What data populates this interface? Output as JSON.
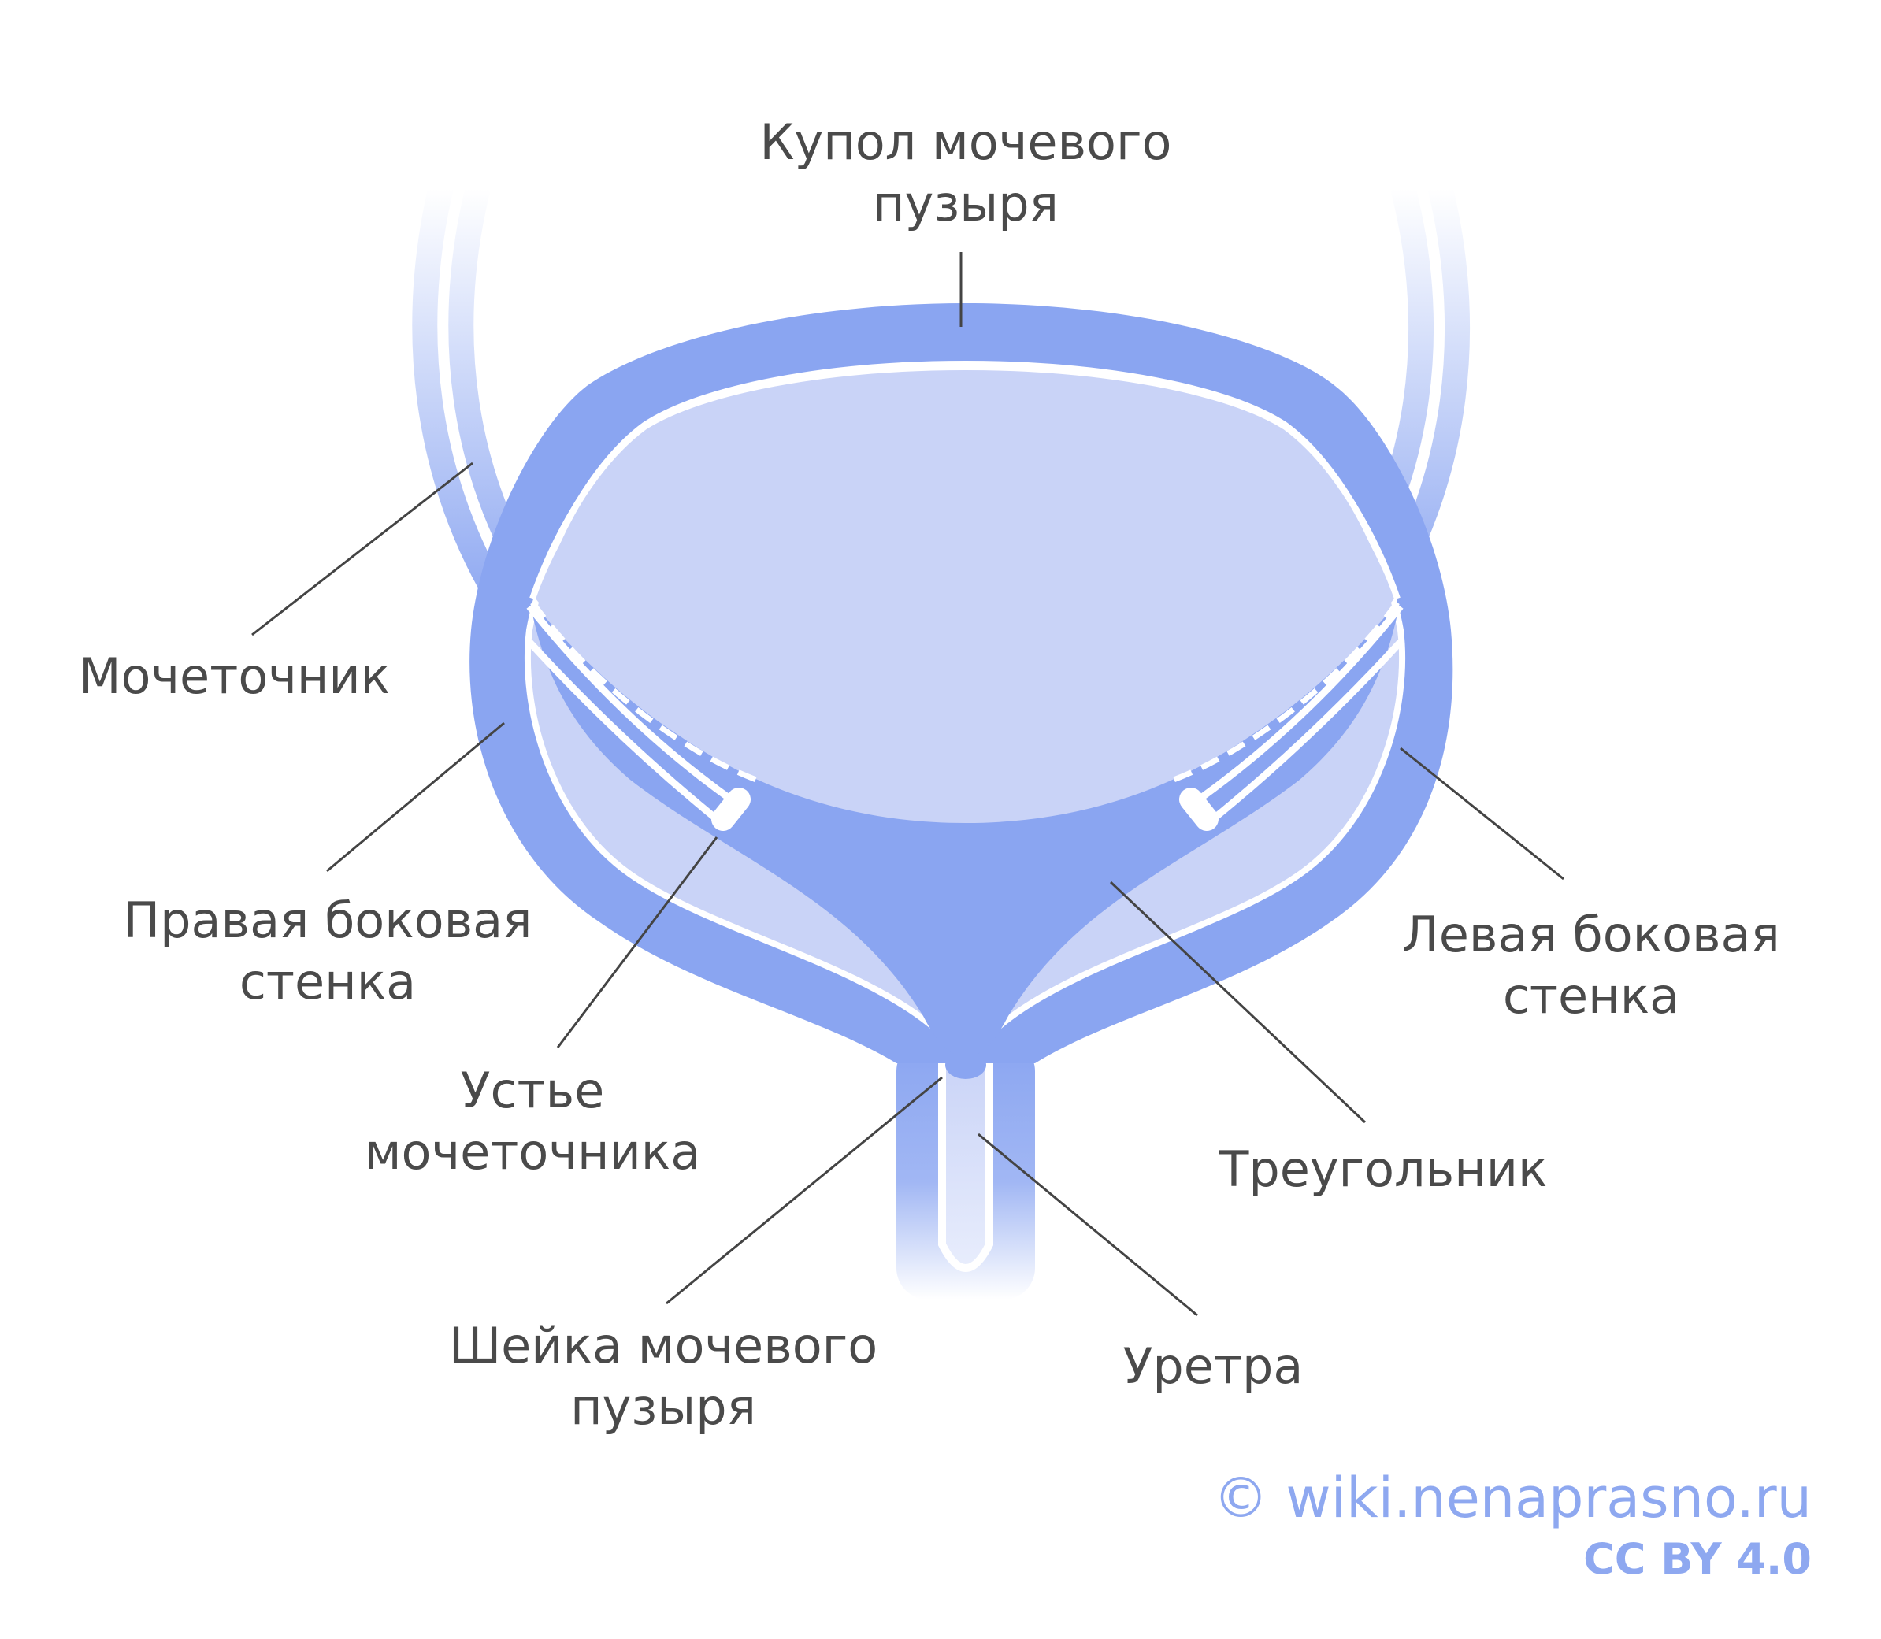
{
  "labels": {
    "dome": [
      "Купол мочевого",
      "пузыря"
    ],
    "ureter": "Мочеточник",
    "right_wall": [
      "Правая боковая",
      "стенка"
    ],
    "left_wall": [
      "Левая боковая",
      "стенка"
    ],
    "ureteral_orifice": [
      "Устье",
      "мочеточника"
    ],
    "trigone": "Треугольник",
    "bladder_neck": [
      "Шейка мочевого",
      "пузыря"
    ],
    "urethra": "Уретра"
  },
  "credit": {
    "site": "© wiki.nenaprasno.ru",
    "license": "CC BY 4.0"
  },
  "colors": {
    "wall": "#8aa5f1",
    "lumen": "#c9d3f7",
    "outline": "#ffffff",
    "leader": "#444444",
    "text": "#4a4a4a",
    "credit": "#8ea8f0"
  }
}
